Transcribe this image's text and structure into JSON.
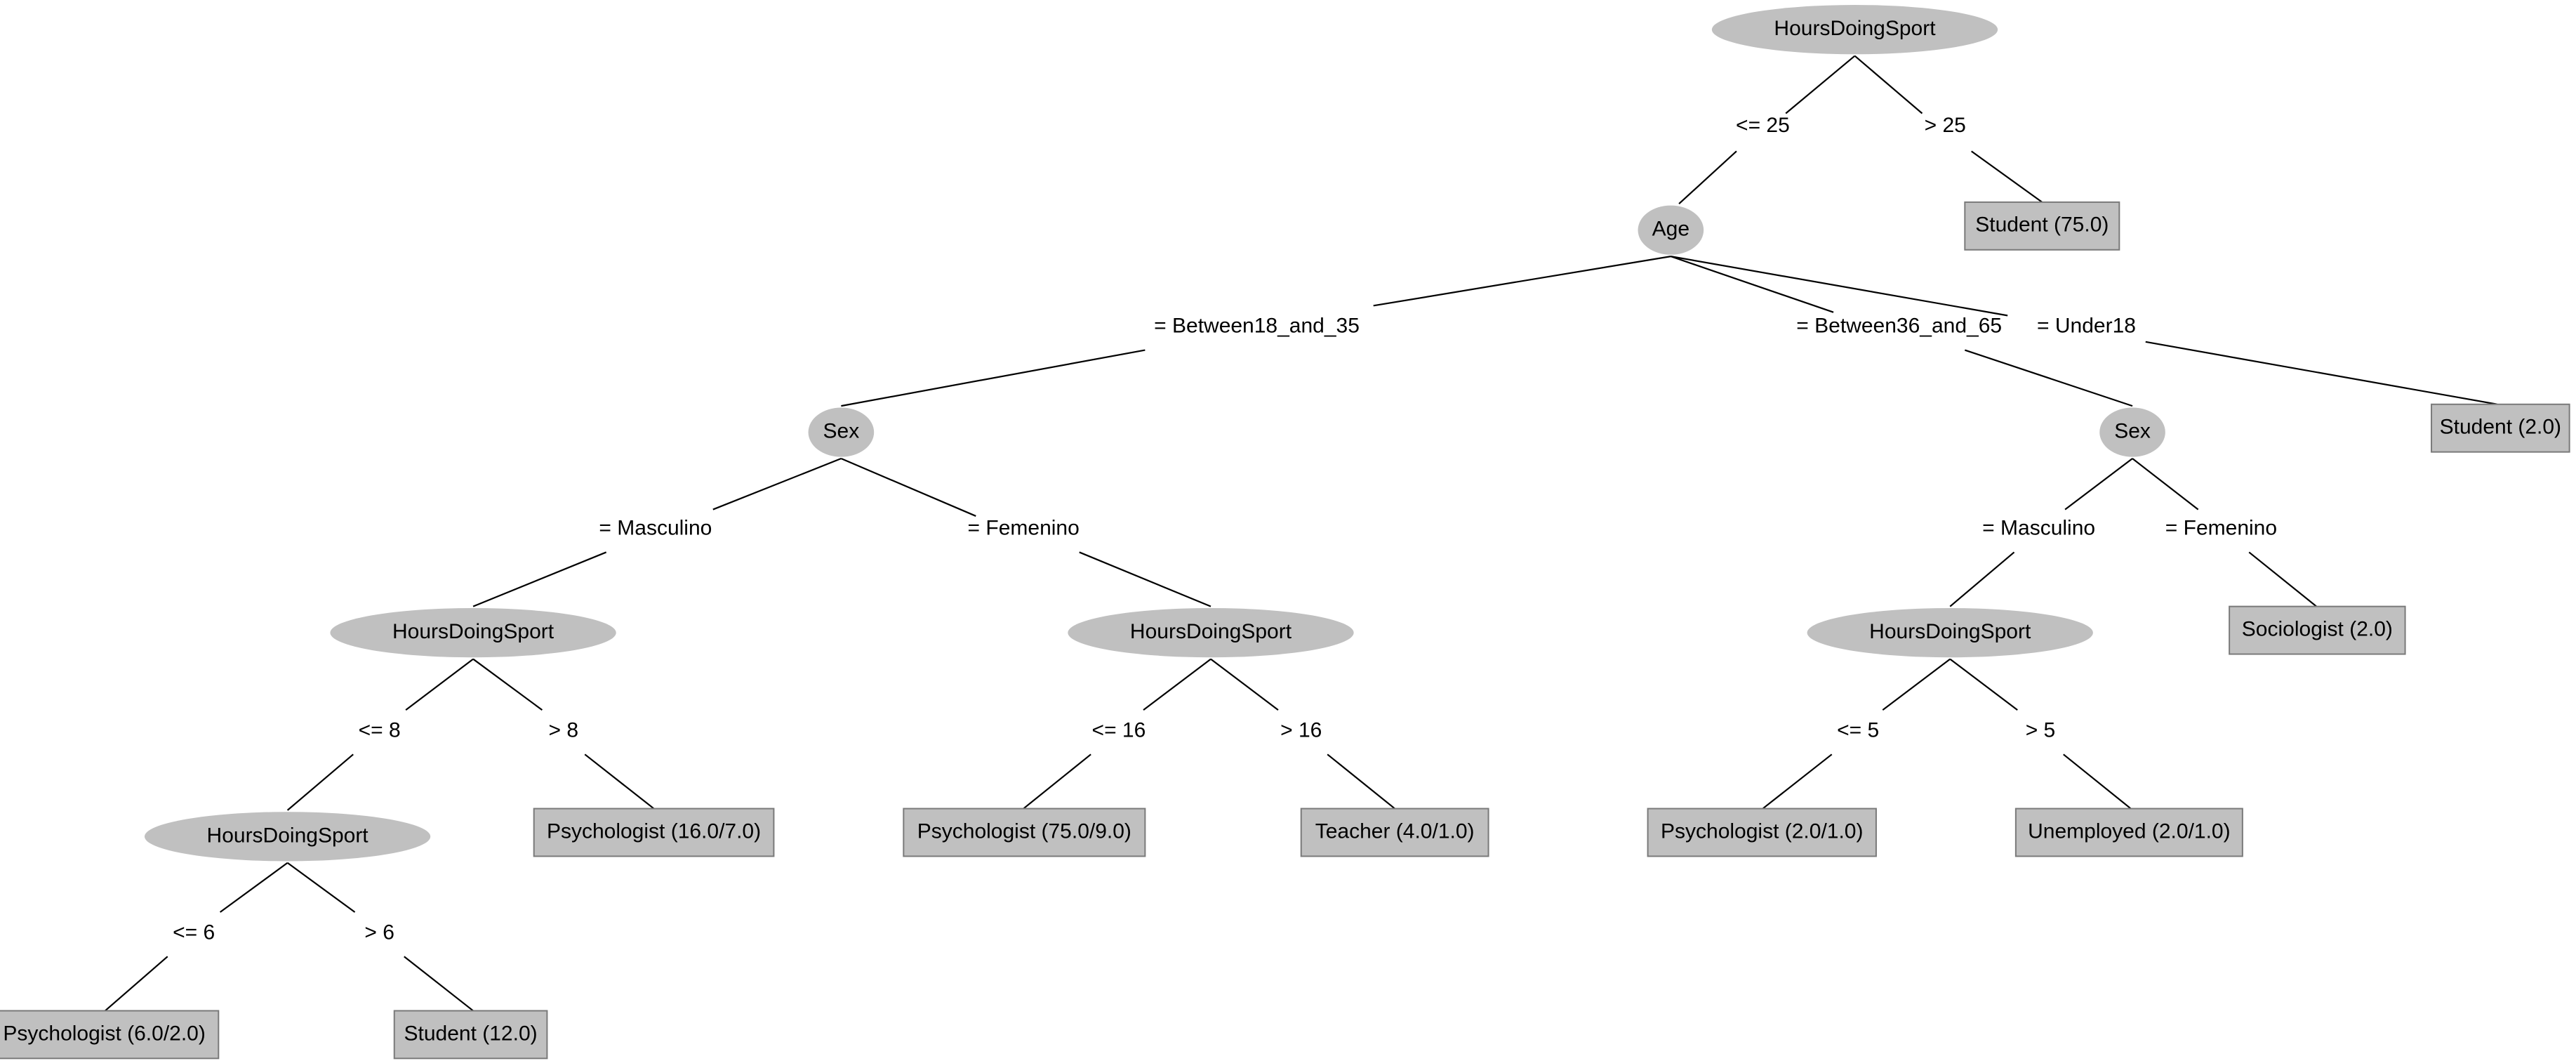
{
  "tree": {
    "nodes": [
      {
        "id": "root",
        "label": "HoursDoingSport"
      },
      {
        "id": "age",
        "label": "Age"
      },
      {
        "id": "sex1",
        "label": "Sex"
      },
      {
        "id": "sex2",
        "label": "Sex"
      },
      {
        "id": "hds-m1",
        "label": "HoursDoingSport"
      },
      {
        "id": "hds-f1",
        "label": "HoursDoingSport"
      },
      {
        "id": "hds-m1a",
        "label": "HoursDoingSport"
      },
      {
        "id": "hds-m2",
        "label": "HoursDoingSport"
      }
    ],
    "leaves": [
      {
        "id": "leaf-student-75",
        "label": "Student (75.0)"
      },
      {
        "id": "leaf-student-2",
        "label": "Student (2.0)"
      },
      {
        "id": "leaf-sociologist-2",
        "label": "Sociologist (2.0)"
      },
      {
        "id": "leaf-psych-16-7",
        "label": "Psychologist (16.0/7.0)"
      },
      {
        "id": "leaf-psych-75-9",
        "label": "Psychologist (75.0/9.0)"
      },
      {
        "id": "leaf-teacher-4-1",
        "label": "Teacher (4.0/1.0)"
      },
      {
        "id": "leaf-psych-2-1",
        "label": "Psychologist (2.0/1.0)"
      },
      {
        "id": "leaf-unemployed-2-1",
        "label": "Unemployed (2.0/1.0)"
      },
      {
        "id": "leaf-psych-6-2",
        "label": "Psychologist (6.0/2.0)"
      },
      {
        "id": "leaf-student-12",
        "label": "Student (12.0)"
      }
    ],
    "edges": [
      {
        "from": "root",
        "to": "age",
        "label": "<= 25"
      },
      {
        "from": "root",
        "to": "leaf-student-75",
        "label": "> 25"
      },
      {
        "from": "age",
        "to": "sex1",
        "label": "= Between18_and_35"
      },
      {
        "from": "age",
        "to": "sex2",
        "label": "= Between36_and_65"
      },
      {
        "from": "age",
        "to": "leaf-student-2",
        "label": "= Under18"
      },
      {
        "from": "sex1",
        "to": "hds-m1",
        "label": "= Masculino"
      },
      {
        "from": "sex1",
        "to": "hds-f1",
        "label": "= Femenino"
      },
      {
        "from": "hds-m1",
        "to": "hds-m1a",
        "label": "<= 8"
      },
      {
        "from": "hds-m1",
        "to": "leaf-psych-16-7",
        "label": "> 8"
      },
      {
        "from": "hds-m1a",
        "to": "leaf-psych-6-2",
        "label": "<= 6"
      },
      {
        "from": "hds-m1a",
        "to": "leaf-student-12",
        "label": "> 6"
      },
      {
        "from": "hds-f1",
        "to": "leaf-psych-75-9",
        "label": "<= 16"
      },
      {
        "from": "hds-f1",
        "to": "leaf-teacher-4-1",
        "label": "> 16"
      },
      {
        "from": "sex2",
        "to": "hds-m2",
        "label": "= Masculino"
      },
      {
        "from": "sex2",
        "to": "leaf-sociologist-2",
        "label": "= Femenino"
      },
      {
        "from": "hds-m2",
        "to": "leaf-psych-2-1",
        "label": "<= 5"
      },
      {
        "from": "hds-m2",
        "to": "leaf-unemployed-2-1",
        "label": "> 5"
      }
    ]
  }
}
